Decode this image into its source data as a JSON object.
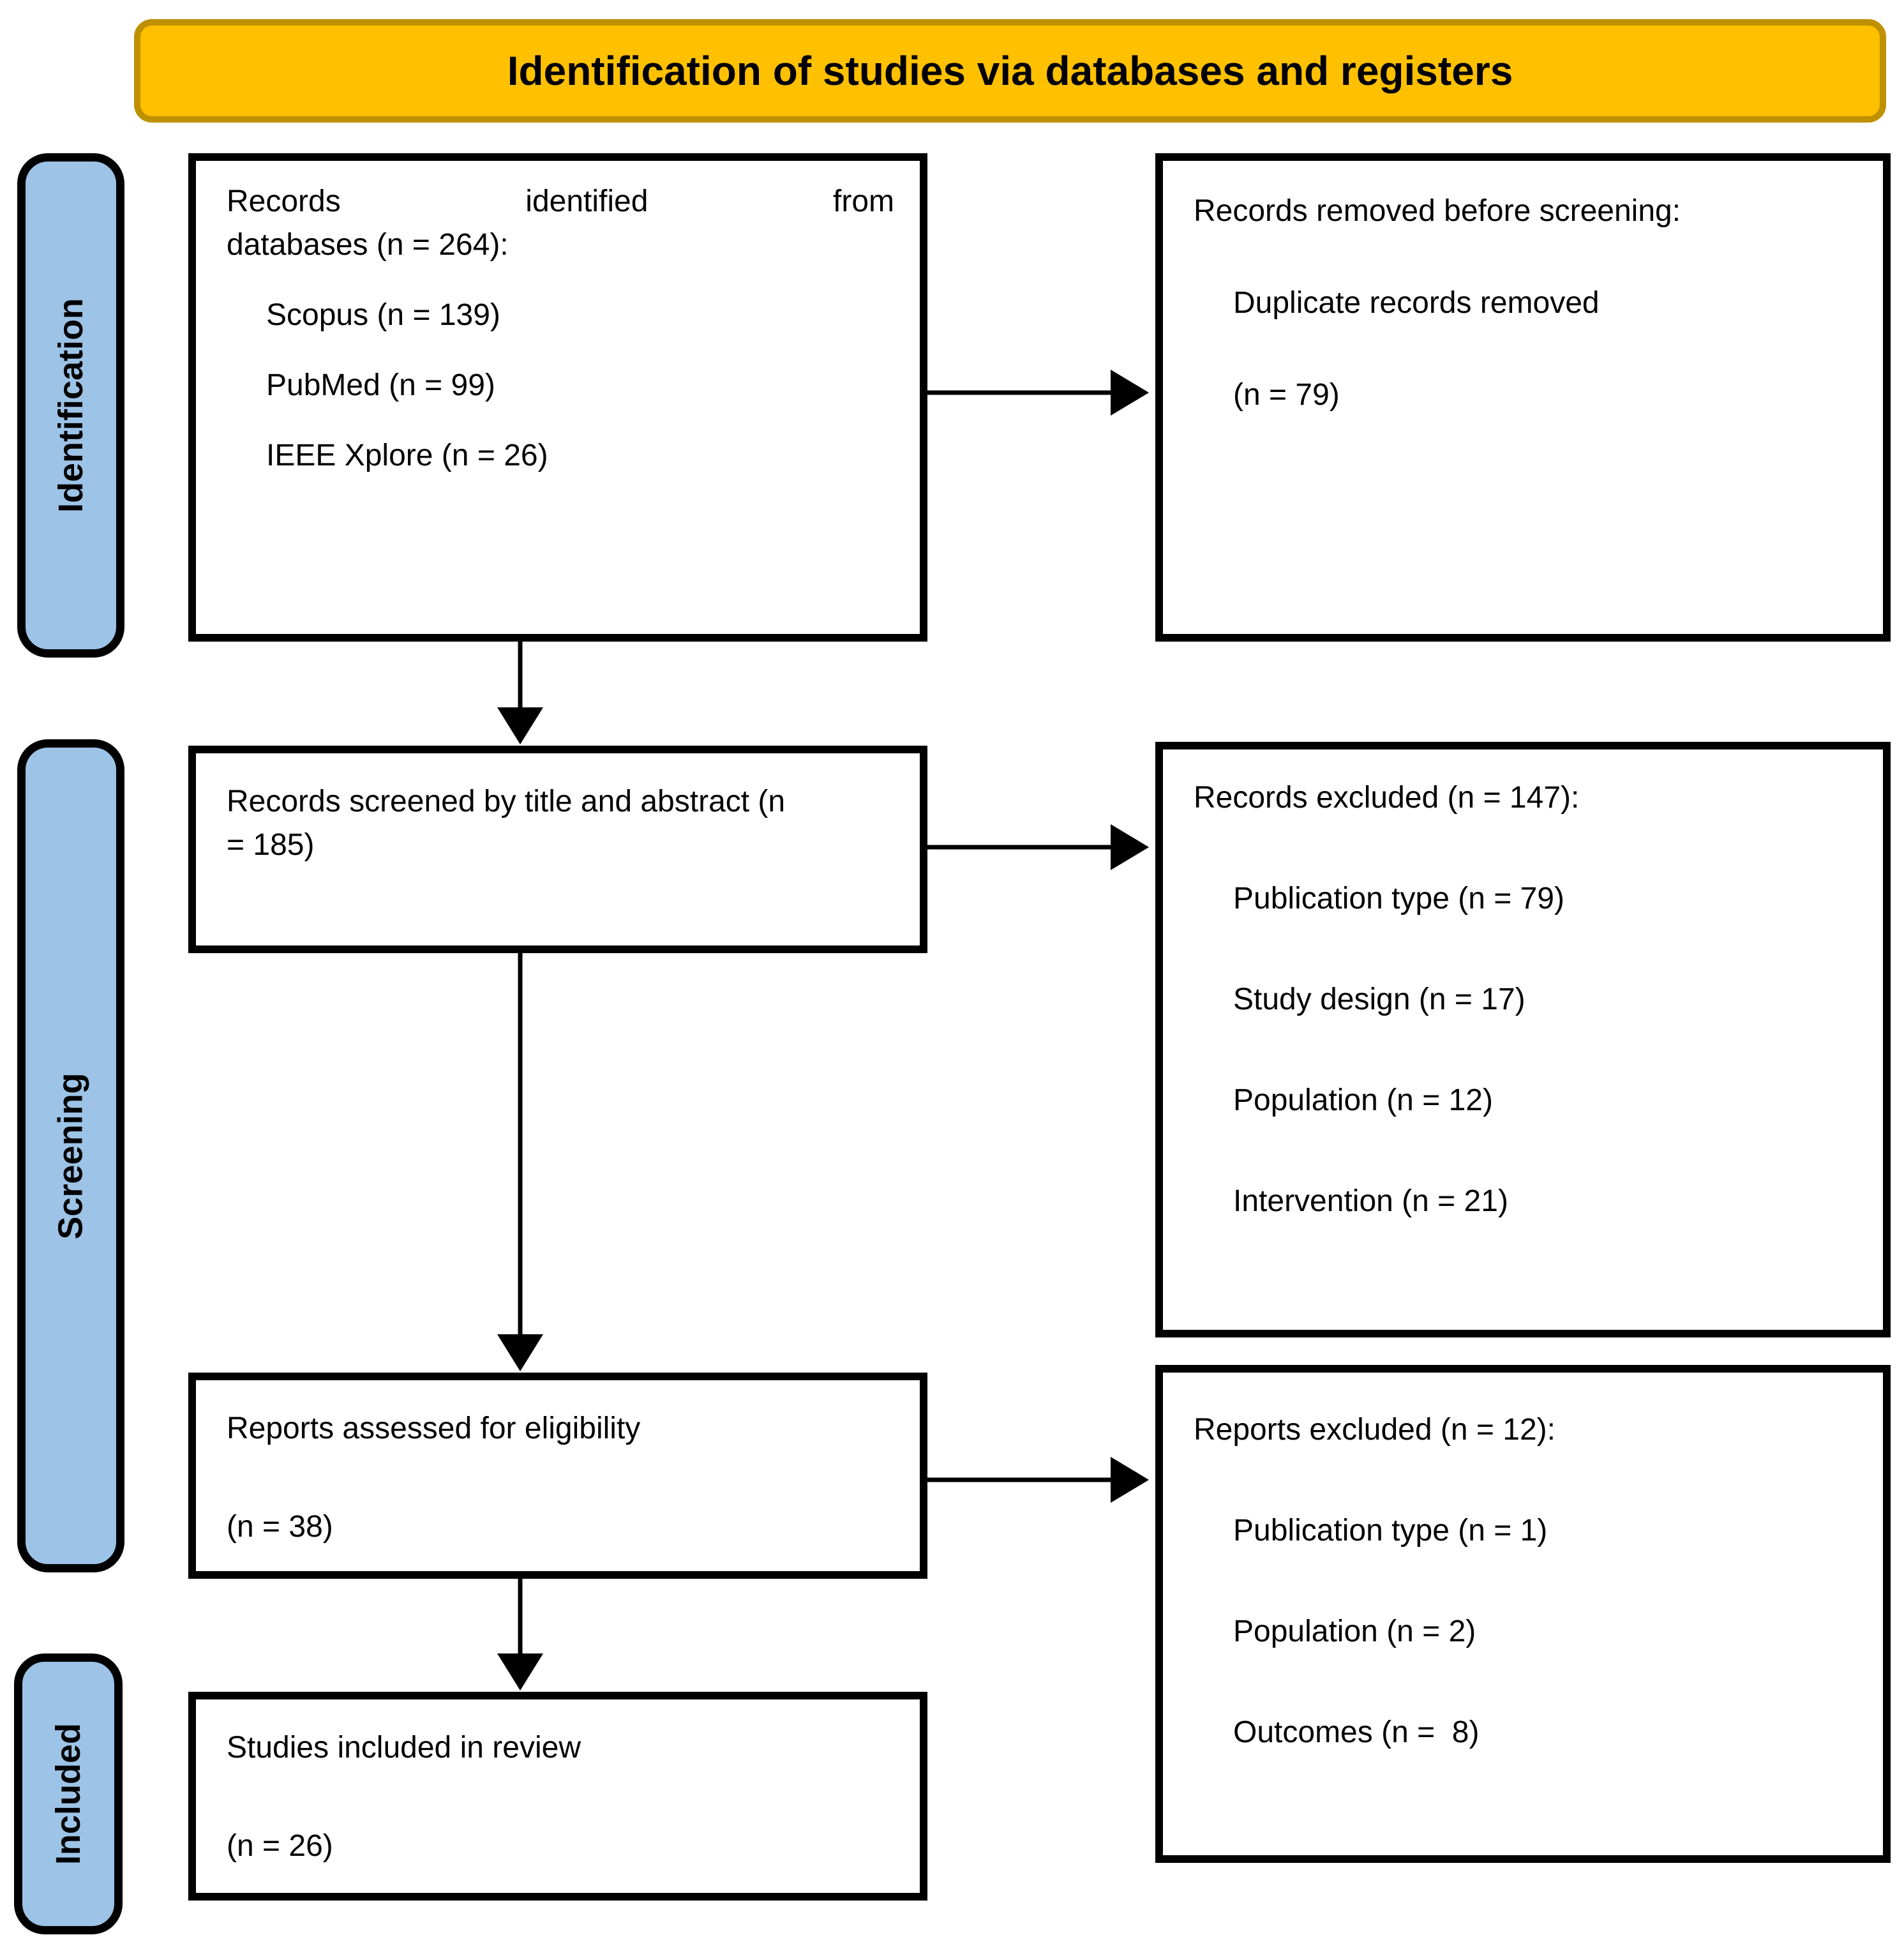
{
  "banner": {
    "title": "Identification of studies via databases and registers"
  },
  "stages": [
    {
      "label": "Identification"
    },
    {
      "label": "Screening"
    },
    {
      "label": "Included"
    }
  ],
  "boxes": {
    "records_identified": {
      "title_line1": "Records identified from",
      "title_line2": "databases (n = 264):",
      "items": [
        "Scopus (n = 139)",
        "PubMed (n = 99)",
        "IEEE Xplore (n = 26)"
      ]
    },
    "records_removed": {
      "title": "Records removed before screening:",
      "items": [
        "Duplicate records removed",
        "(n = 79)"
      ]
    },
    "records_screened": {
      "title": "Records screened by title and abstract (n = 185)"
    },
    "records_excluded": {
      "title": "Records excluded (n = 147):",
      "items": [
        "Publication type (n = 79)",
        "Study design (n = 17)",
        "Population (n = 12)",
        "Intervention (n = 21)"
      ]
    },
    "reports_assessed": {
      "title": "Reports assessed for eligibility",
      "count": "(n = 38)"
    },
    "reports_excluded": {
      "title": "Reports excluded (n = 12):",
      "items": [
        "Publication type (n = 1)",
        "Population (n = 2)",
        "Outcomes (n =  8)"
      ]
    },
    "studies_included": {
      "title": "Studies included in review",
      "count": "(n = 26)"
    }
  },
  "colors": {
    "banner_fill": "#FFC000",
    "banner_border": "#BF9000",
    "stage_fill": "#9DC3E6",
    "stage_border": "#000000",
    "box_border": "#000000",
    "arrow": "#000000",
    "background": "#FFFFFF"
  }
}
